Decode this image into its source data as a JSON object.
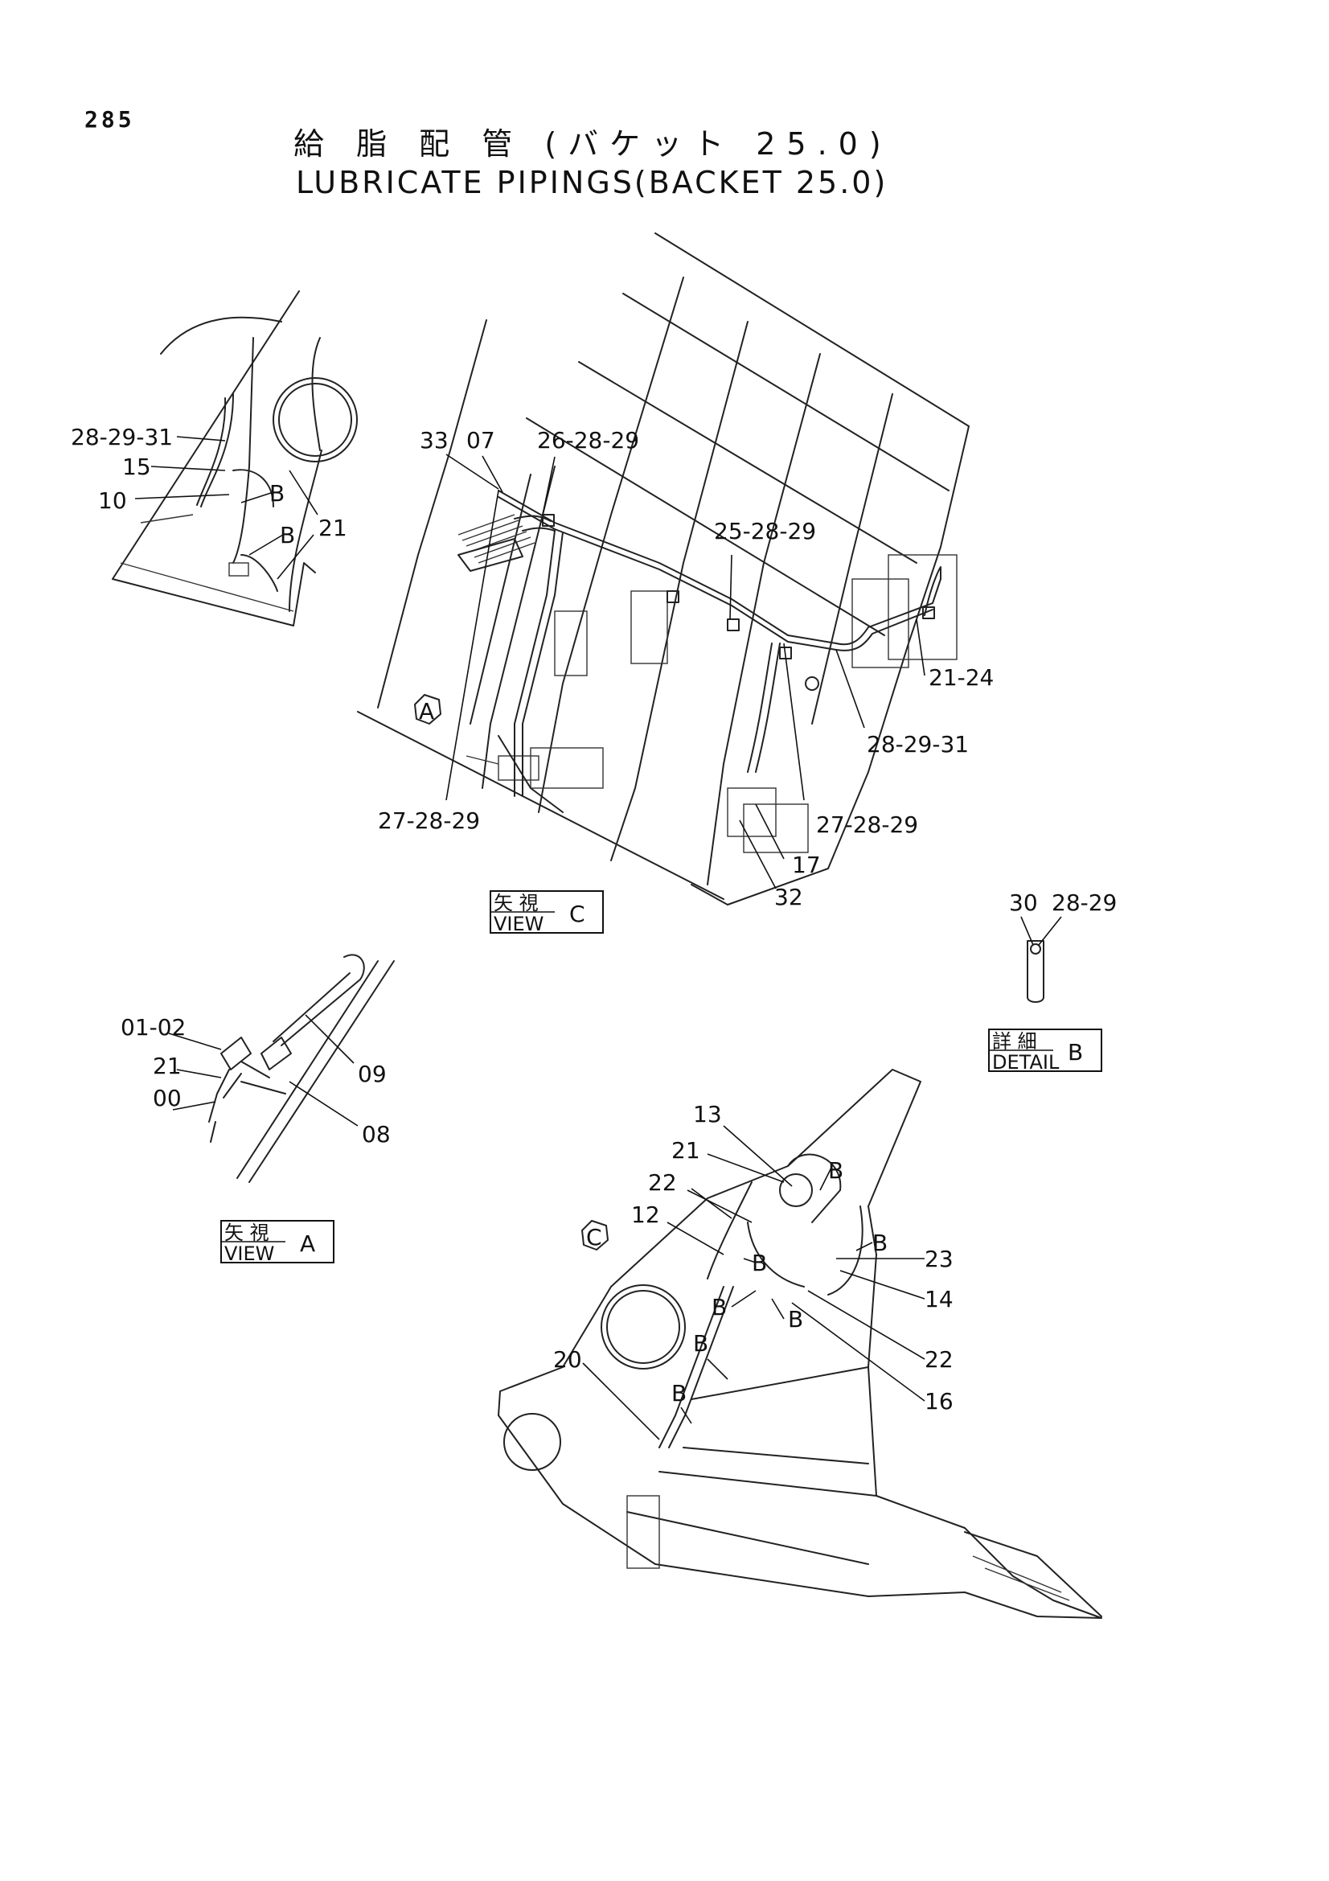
{
  "header": {
    "page_number": "285",
    "title_jp": "給 脂 配 管 (バケット 25.0)",
    "title_en": "LUBRICATE PIPINGS(BACKET 25.0)"
  },
  "view_boxes": {
    "view_c": {
      "jp": "矢 視",
      "en": "VIEW",
      "letter": "C"
    },
    "view_a": {
      "jp": "矢 視",
      "en": "VIEW",
      "letter": "A"
    },
    "detail_b": {
      "jp": "詳 細",
      "en": "DETAIL",
      "letter": "B"
    }
  },
  "markers": {
    "view_a": "A",
    "view_c": "C"
  },
  "labels": {
    "left_top": [
      "28-29-31",
      "15",
      "10",
      "B",
      "B",
      "21"
    ],
    "center_top": [
      "33",
      "07",
      "26-28-29",
      "25-28-29",
      "21-24",
      "28-29-31",
      "27-28-29",
      "27-28-29",
      "17",
      "32"
    ],
    "detail_b": [
      "30",
      "28-29"
    ],
    "view_a_parts": [
      "01-02",
      "21",
      "00",
      "09",
      "08"
    ],
    "bucket": [
      "13",
      "21",
      "22",
      "12",
      "B",
      "B",
      "B",
      "23",
      "B",
      "14",
      "B",
      "B",
      "22",
      "20",
      "B",
      "16"
    ]
  }
}
